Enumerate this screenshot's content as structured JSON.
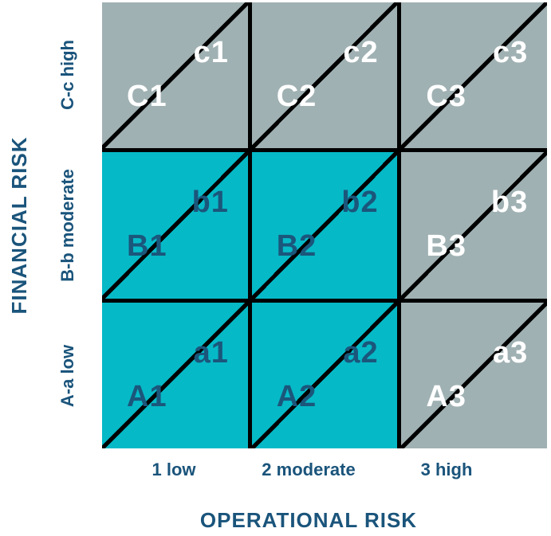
{
  "colors": {
    "cell_gray": "#a0b1b3",
    "cell_teal": "#06b9c7",
    "text_blue": "#1a547b",
    "text_white": "#ffffff",
    "grid_line": "#000000",
    "background": "#ffffff"
  },
  "y_axis": {
    "title": "FINANCIAL RISK",
    "tick_labels": [
      "C-c high",
      "B-b moderate",
      "A-a low"
    ]
  },
  "x_axis": {
    "title": "OPERATIONAL RISK",
    "tick_labels": [
      "1 low",
      "2 moderate",
      "3 high"
    ]
  },
  "matrix": {
    "rows": [
      {
        "cells": [
          {
            "lower_left": "C1",
            "upper_right": "c1",
            "variant": "gray"
          },
          {
            "lower_left": "C2",
            "upper_right": "c2",
            "variant": "gray"
          },
          {
            "lower_left": "C3",
            "upper_right": "c3",
            "variant": "gray"
          }
        ]
      },
      {
        "cells": [
          {
            "lower_left": "B1",
            "upper_right": "b1",
            "variant": "teal"
          },
          {
            "lower_left": "B2",
            "upper_right": "b2",
            "variant": "teal"
          },
          {
            "lower_left": "B3",
            "upper_right": "b3",
            "variant": "gray"
          }
        ]
      },
      {
        "cells": [
          {
            "lower_left": "A1",
            "upper_right": "a1",
            "variant": "teal"
          },
          {
            "lower_left": "A2",
            "upper_right": "a2",
            "variant": "teal"
          },
          {
            "lower_left": "A3",
            "upper_right": "a3",
            "variant": "gray"
          }
        ]
      }
    ]
  }
}
